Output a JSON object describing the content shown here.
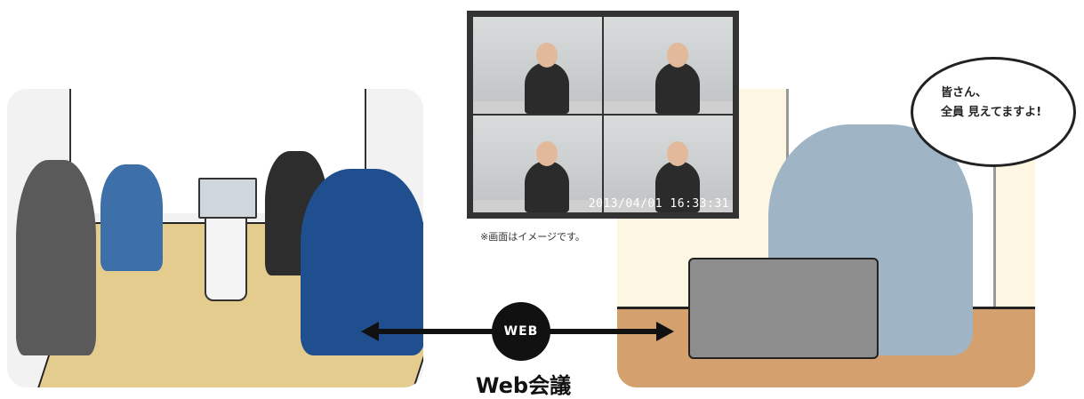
{
  "monitor": {
    "timestamp": "2013/04/01 16:33:31"
  },
  "note": "※画面はイメージです。",
  "bubble": {
    "line1": "皆さん、",
    "line2": "全員 見えてますよ!"
  },
  "badge": "WEB",
  "caption": "Web会議"
}
